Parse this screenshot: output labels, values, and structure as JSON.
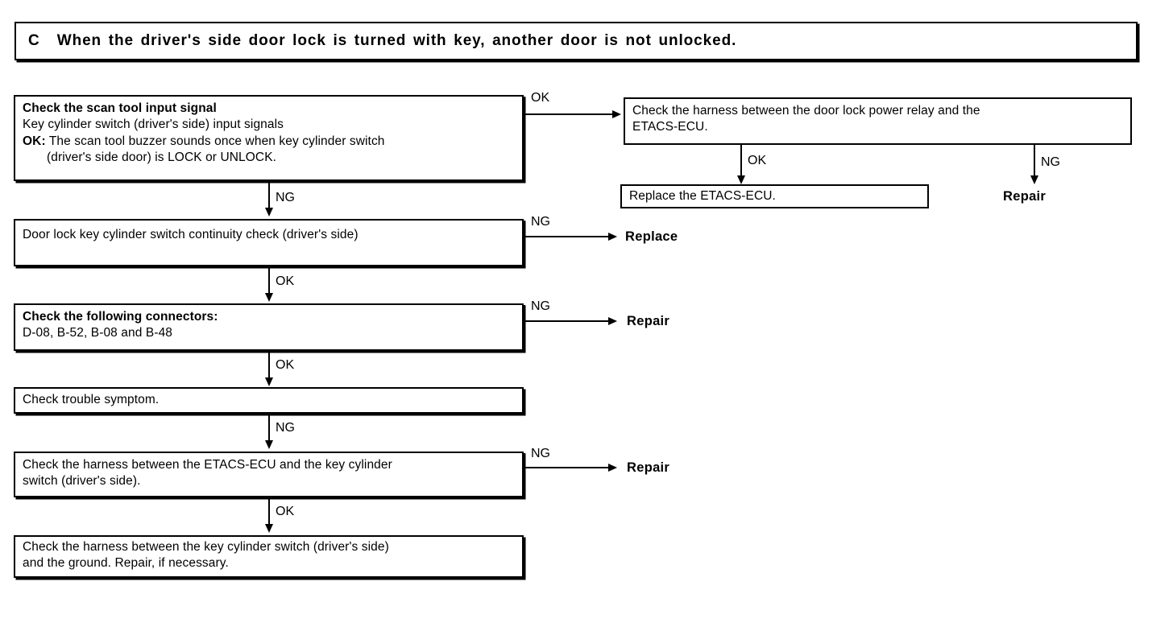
{
  "header": {
    "letter": "C",
    "title": "When the driver's side door lock is turned with key, another door is not unlocked."
  },
  "nodes": {
    "scan_tool": {
      "title": "Check the scan tool input signal",
      "line2": "Key cylinder switch (driver's side) input signals",
      "line3_label": "OK:",
      "line3": "The scan tool buzzer sounds once when key cylinder switch",
      "line4": "(driver's side door) is LOCK or UNLOCK."
    },
    "harness_relay": {
      "line1": "Check the harness between the door lock power relay and the",
      "line2": "ETACS-ECU."
    },
    "replace_ecu": {
      "text": "Replace the ETACS-ECU."
    },
    "continuity": {
      "text": "Door lock key cylinder switch continuity check (driver's side)"
    },
    "connectors": {
      "title": "Check the following connectors:",
      "line2": "D-08, B-52, B-08 and B-48"
    },
    "trouble_symptom": {
      "text": "Check trouble symptom."
    },
    "harness_ecu_key": {
      "line1": "Check the harness between the ETACS-ECU and the key cylinder",
      "line2": "switch (driver's side)."
    },
    "harness_ground": {
      "line1": "Check the harness between the key cylinder switch (driver's side)",
      "line2": "and the ground. Repair, if necessary."
    }
  },
  "edges": {
    "scan_ok": "OK",
    "scan_ng": "NG",
    "relay_ok": "OK",
    "relay_ng": "NG",
    "continuity_ng": "NG",
    "continuity_ok": "OK",
    "connectors_ng": "NG",
    "connectors_ok": "OK",
    "symptom_ng": "NG",
    "harness_ecu_ng": "NG",
    "harness_ecu_ok": "OK"
  },
  "terminals": {
    "repair_right": "Repair",
    "replace": "Replace",
    "repair_connectors": "Repair",
    "repair_harness": "Repair"
  }
}
